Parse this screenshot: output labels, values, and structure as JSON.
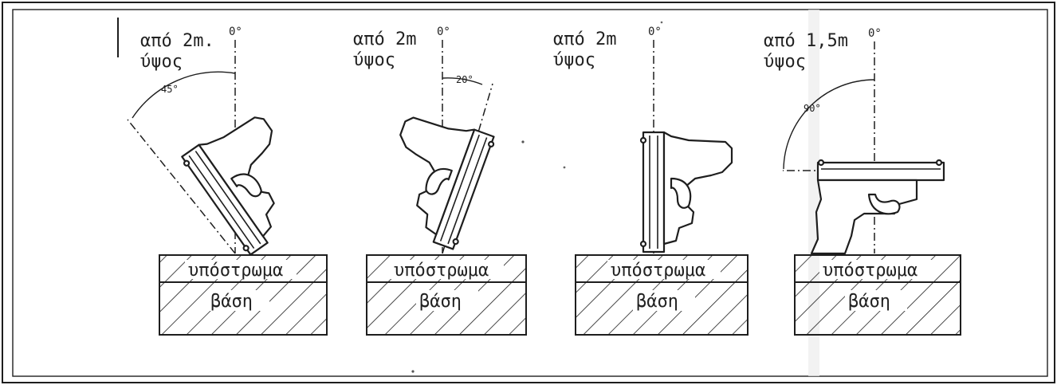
{
  "colors": {
    "ink": "#1e1e1e",
    "paper": "#ffffff",
    "scan_band": "#ececec"
  },
  "panels": [
    {
      "id": "p1",
      "height_label": "από 2m.",
      "word_label": "ύψος",
      "zero_label": "0°",
      "angle_label": "45°",
      "angle": -45,
      "top_layer": "υπόστρωμα",
      "bottom_layer": "βάση"
    },
    {
      "id": "p2",
      "height_label": "από 2m",
      "word_label": "ύψος",
      "zero_label": "0°",
      "angle_label": "20°",
      "angle": 20,
      "top_layer": "υπόστρωμα",
      "bottom_layer": "βάση"
    },
    {
      "id": "p3",
      "height_label": "από 2m",
      "word_label": "ύψος",
      "zero_label": "0°",
      "angle_label": "",
      "angle": 0,
      "top_layer": "υπόστρωμα",
      "bottom_layer": "βάση"
    },
    {
      "id": "p4",
      "height_label": "από 1,5m",
      "word_label": "ύψος",
      "zero_label": "0°",
      "angle_label": "90°",
      "angle": -90,
      "top_layer": "υπόστρωμα",
      "bottom_layer": "βάση"
    }
  ]
}
